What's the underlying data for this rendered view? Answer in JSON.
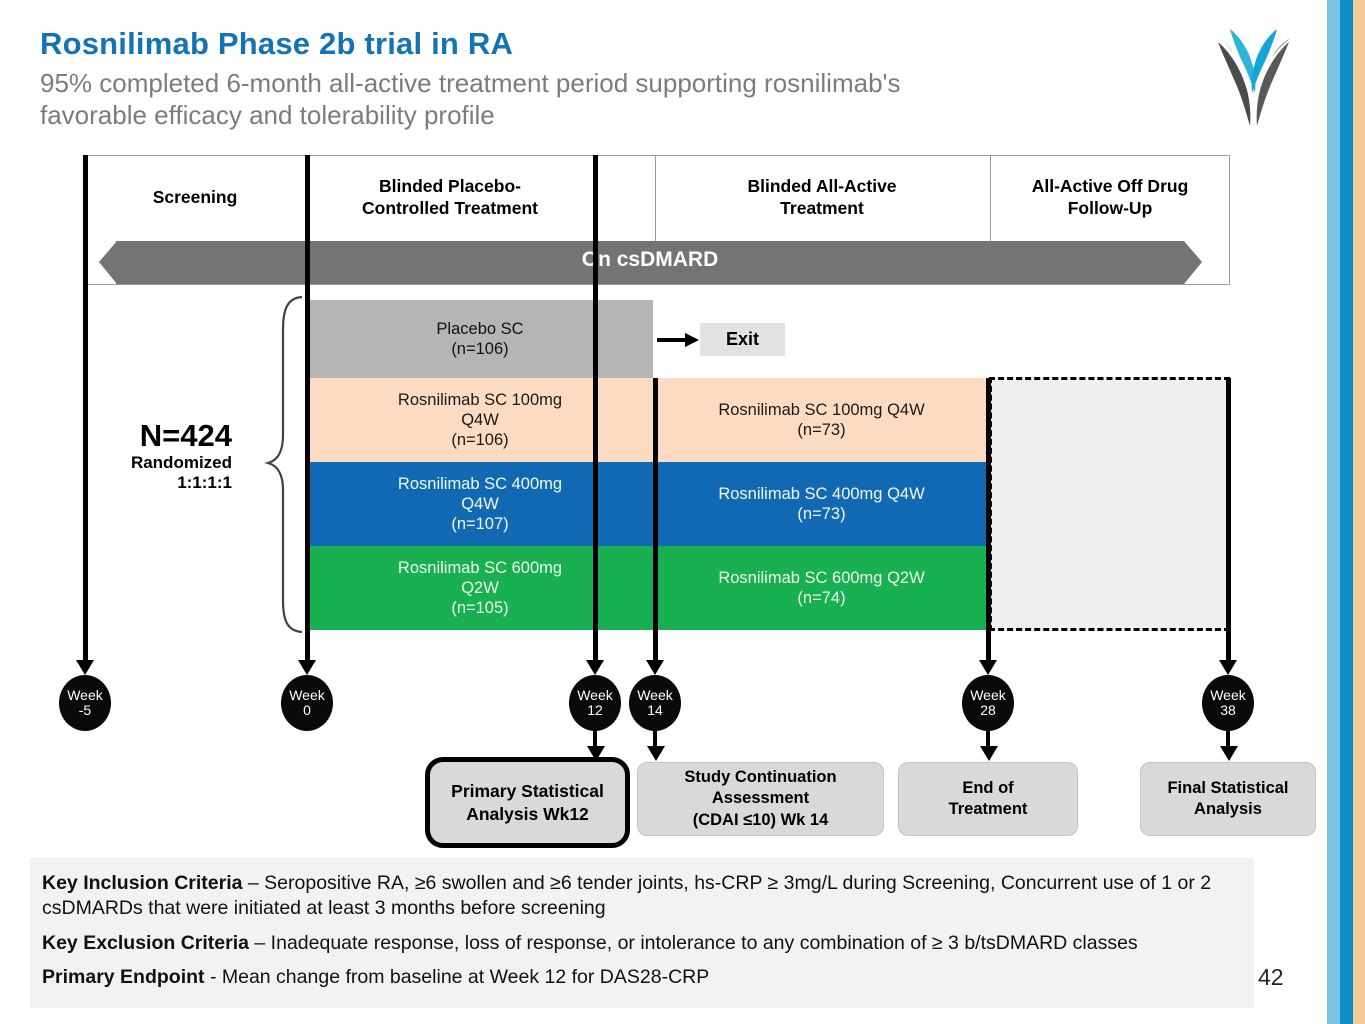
{
  "slide": {
    "title": "Rosnilimab Phase 2b trial in RA",
    "subtitle": "95% completed 6-month all-active treatment period supporting rosnilimab's\nfavorable efficacy and tolerability profile",
    "page_number": "42"
  },
  "phases": {
    "columns": [
      {
        "label": "Screening"
      },
      {
        "label": "Blinded Placebo-\nControlled Treatment"
      },
      {
        "label": "Blinded All-Active\nTreatment"
      },
      {
        "label": "All-Active Off Drug\nFollow-Up"
      }
    ],
    "band_label": "On csDMARD"
  },
  "randomization": {
    "n": "N=424",
    "randomized": "Randomized",
    "ratio": "1:1:1:1"
  },
  "arms": {
    "placebo": {
      "label": "Placebo SC\n(n=106)",
      "exit_label": "Exit"
    },
    "left": [
      {
        "label": "Rosnilimab SC 100mg\nQ4W\n(n=106)"
      },
      {
        "label": "Rosnilimab SC 400mg\nQ4W\n(n=107)"
      },
      {
        "label": "Rosnilimab SC 600mg\nQ2W\n(n=105)"
      }
    ],
    "right": [
      {
        "label": "Rosnilimab SC 100mg Q4W\n(n=73)"
      },
      {
        "label": "Rosnilimab SC 400mg Q4W\n(n=73)"
      },
      {
        "label": "Rosnilimab SC 600mg Q2W\n(n=74)"
      }
    ]
  },
  "timeline": {
    "weeks": [
      {
        "label": "Week\n-5"
      },
      {
        "label": "Week\n0"
      },
      {
        "label": "Week\n12"
      },
      {
        "label": "Week\n14"
      },
      {
        "label": "Week\n28"
      },
      {
        "label": "Week\n38"
      }
    ]
  },
  "milestones": [
    {
      "label": "Primary Statistical\nAnalysis Wk12"
    },
    {
      "label": "Study Continuation\nAssessment\n(CDAI ≤10) Wk 14"
    },
    {
      "label": "End of\nTreatment"
    },
    {
      "label": "Final Statistical\nAnalysis"
    }
  ],
  "criteria": [
    {
      "label": "Key Inclusion Criteria",
      "text": "– Seropositive RA, ≥6 swollen and ≥6 tender joints, hs-CRP ≥ 3mg/L during Screening, Concurrent use of 1 or 2 csDMARDs that were initiated at least 3 months before screening"
    },
    {
      "label": "Key Exclusion Criteria",
      "text": "– Inadequate response, loss of response, or intolerance to any combination of ≥ 3 b/tsDMARD classes"
    },
    {
      "label": "Primary Endpoint",
      "text": "- Mean change from baseline at Week 12 for DAS28-CRP"
    }
  ],
  "colors": {
    "title_blue": "#1473b5",
    "subtitle_gray": "#7c7c7c",
    "band_gray": "#747474",
    "placebo_gray": "#b5b5b5",
    "arm_peach": "#fbdcc2",
    "arm_blue": "#1269b3",
    "arm_green": "#18b050",
    "milestone_gray": "#d9d9d9",
    "criteria_bg": "#f2f2f2",
    "stripe_light_blue": "#7cc2e3",
    "stripe_dark_blue": "#0b8ec6",
    "stripe_peach": "#f5c99a",
    "logo_cyan": "#2fb3d9",
    "logo_dark": "#4a4b4d",
    "logo_gray": "#939598"
  }
}
